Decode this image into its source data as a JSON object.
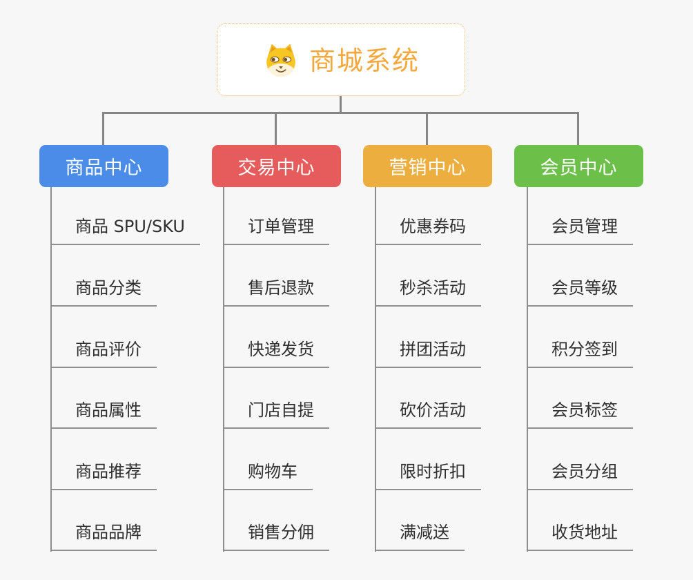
{
  "root": {
    "title": "商城系统",
    "title_color": "#f2a83c",
    "icon": "shiba-dog-icon"
  },
  "branches": [
    {
      "label": "商品中心",
      "color": "#4a8ce8",
      "items": [
        "商品 SPU/SKU",
        "商品分类",
        "商品评价",
        "商品属性",
        "商品推荐",
        "商品品牌"
      ]
    },
    {
      "label": "交易中心",
      "color": "#e65c5c",
      "items": [
        "订单管理",
        "售后退款",
        "快递发货",
        "门店自提",
        "购物车",
        "销售分佣"
      ]
    },
    {
      "label": "营销中心",
      "color": "#ecae3f",
      "items": [
        "优惠券码",
        "秒杀活动",
        "拼团活动",
        "砍价活动",
        "限时折扣",
        "满减送"
      ]
    },
    {
      "label": "会员中心",
      "color": "#6cc04a",
      "items": [
        "会员管理",
        "会员等级",
        "积分签到",
        "会员标签",
        "会员分组",
        "收货地址"
      ]
    }
  ],
  "connector_color": "#858585"
}
